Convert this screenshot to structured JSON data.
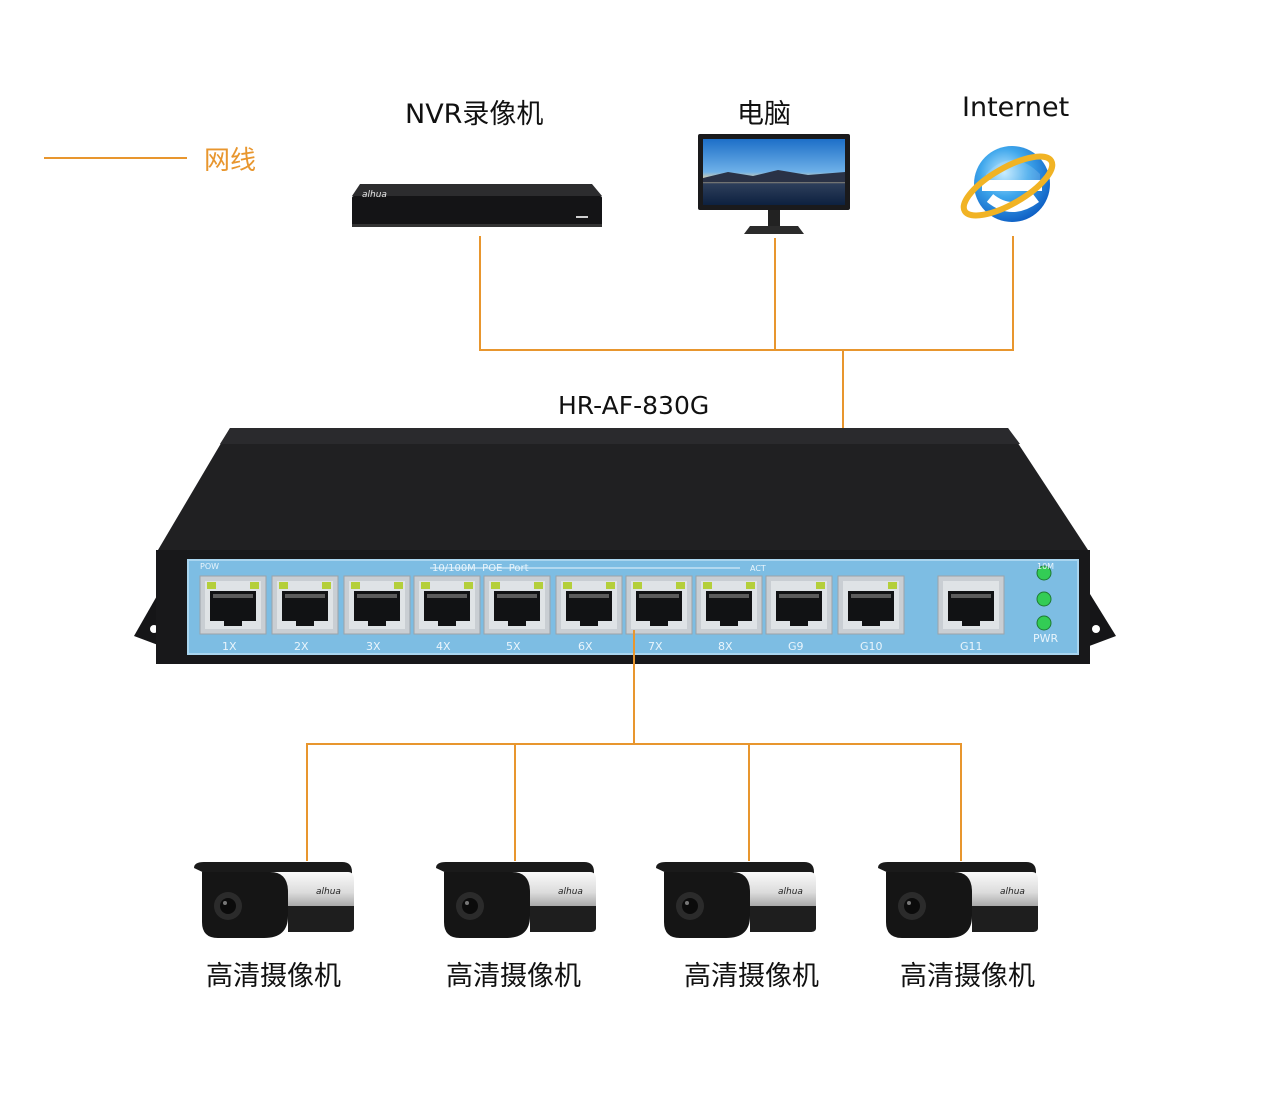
{
  "legend": {
    "label": "网线",
    "color": "#e8962e"
  },
  "devices": {
    "nvr": {
      "label": "NVR录像机",
      "brand": "alhua"
    },
    "pc": {
      "label": "电脑"
    },
    "internet": {
      "label": "Internet"
    }
  },
  "switch": {
    "model": "HR-AF-830G",
    "header_left": "POW",
    "header_center": "10/100M  POE  Port",
    "header_right": "ACT",
    "led_top": "10M",
    "led_bottom": "PWR",
    "ports": [
      "1X",
      "2X",
      "3X",
      "4X",
      "5X",
      "6X",
      "7X",
      "8X",
      "G9",
      "G10",
      "G11"
    ]
  },
  "cameras": [
    {
      "label": "高清摄像机",
      "brand": "alhua"
    },
    {
      "label": "高清摄像机",
      "brand": "alhua"
    },
    {
      "label": "高清摄像机",
      "brand": "alhua"
    },
    {
      "label": "高清摄像机",
      "brand": "alhua"
    }
  ],
  "colors": {
    "wire": "#e8962e",
    "switch_body": "#1c1c1e",
    "port_panel": "#7dbde3",
    "led": "#33cc55"
  }
}
